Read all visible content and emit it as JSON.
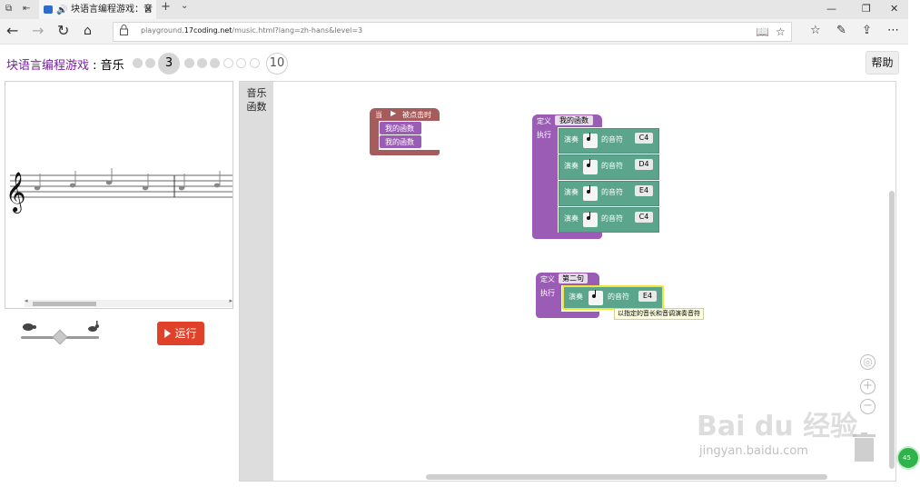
{
  "browser": {
    "tab_title": "块语言编程游戏：音",
    "url_prefix": "playground.",
    "url_domain": "17coding.net",
    "url_path": "/music.html?lang=zh-hans&level=3",
    "tab_plus": "+",
    "tab_chevron": "⌄"
  },
  "header": {
    "game_name": "块语言编程游戏",
    "separator": " : ",
    "level_name": "音乐",
    "current_level": "3",
    "last_level": "10",
    "help_label": "帮助"
  },
  "levels": {
    "completed": 2,
    "current": 3,
    "total": 10
  },
  "controls": {
    "run_label": "运行",
    "speed_level": 0.5
  },
  "toolbox": {
    "categories": [
      "音乐",
      "函数"
    ]
  },
  "blocks": {
    "when_clicked": {
      "prefix": "当",
      "suffix": "被点击时",
      "calls": [
        "我的函数",
        "我的函数"
      ]
    },
    "define1": {
      "define_label": "定义",
      "name": "我的函数",
      "do_label": "执行",
      "play_label": "演奏",
      "note_label": "的音符",
      "notes": [
        "C4",
        "D4",
        "E4",
        "C4"
      ]
    },
    "define2": {
      "define_label": "定义",
      "name": "第二句",
      "do_label": "执行",
      "play_label": "演奏",
      "note_label": "的音符",
      "notes": [
        "E4"
      ]
    },
    "tooltip": "以指定的音长和音调演奏音符"
  },
  "watermark": {
    "brand": "Bai du 经验",
    "url": "jingyan.baidu.com",
    "badge": "45"
  },
  "colors": {
    "accent_purple": "#7b1fa2",
    "hat_block": "#a65c5c",
    "procedure_block": "#9a5cb4",
    "play_block": "#5ba58c",
    "run_button": "#e0412b"
  }
}
